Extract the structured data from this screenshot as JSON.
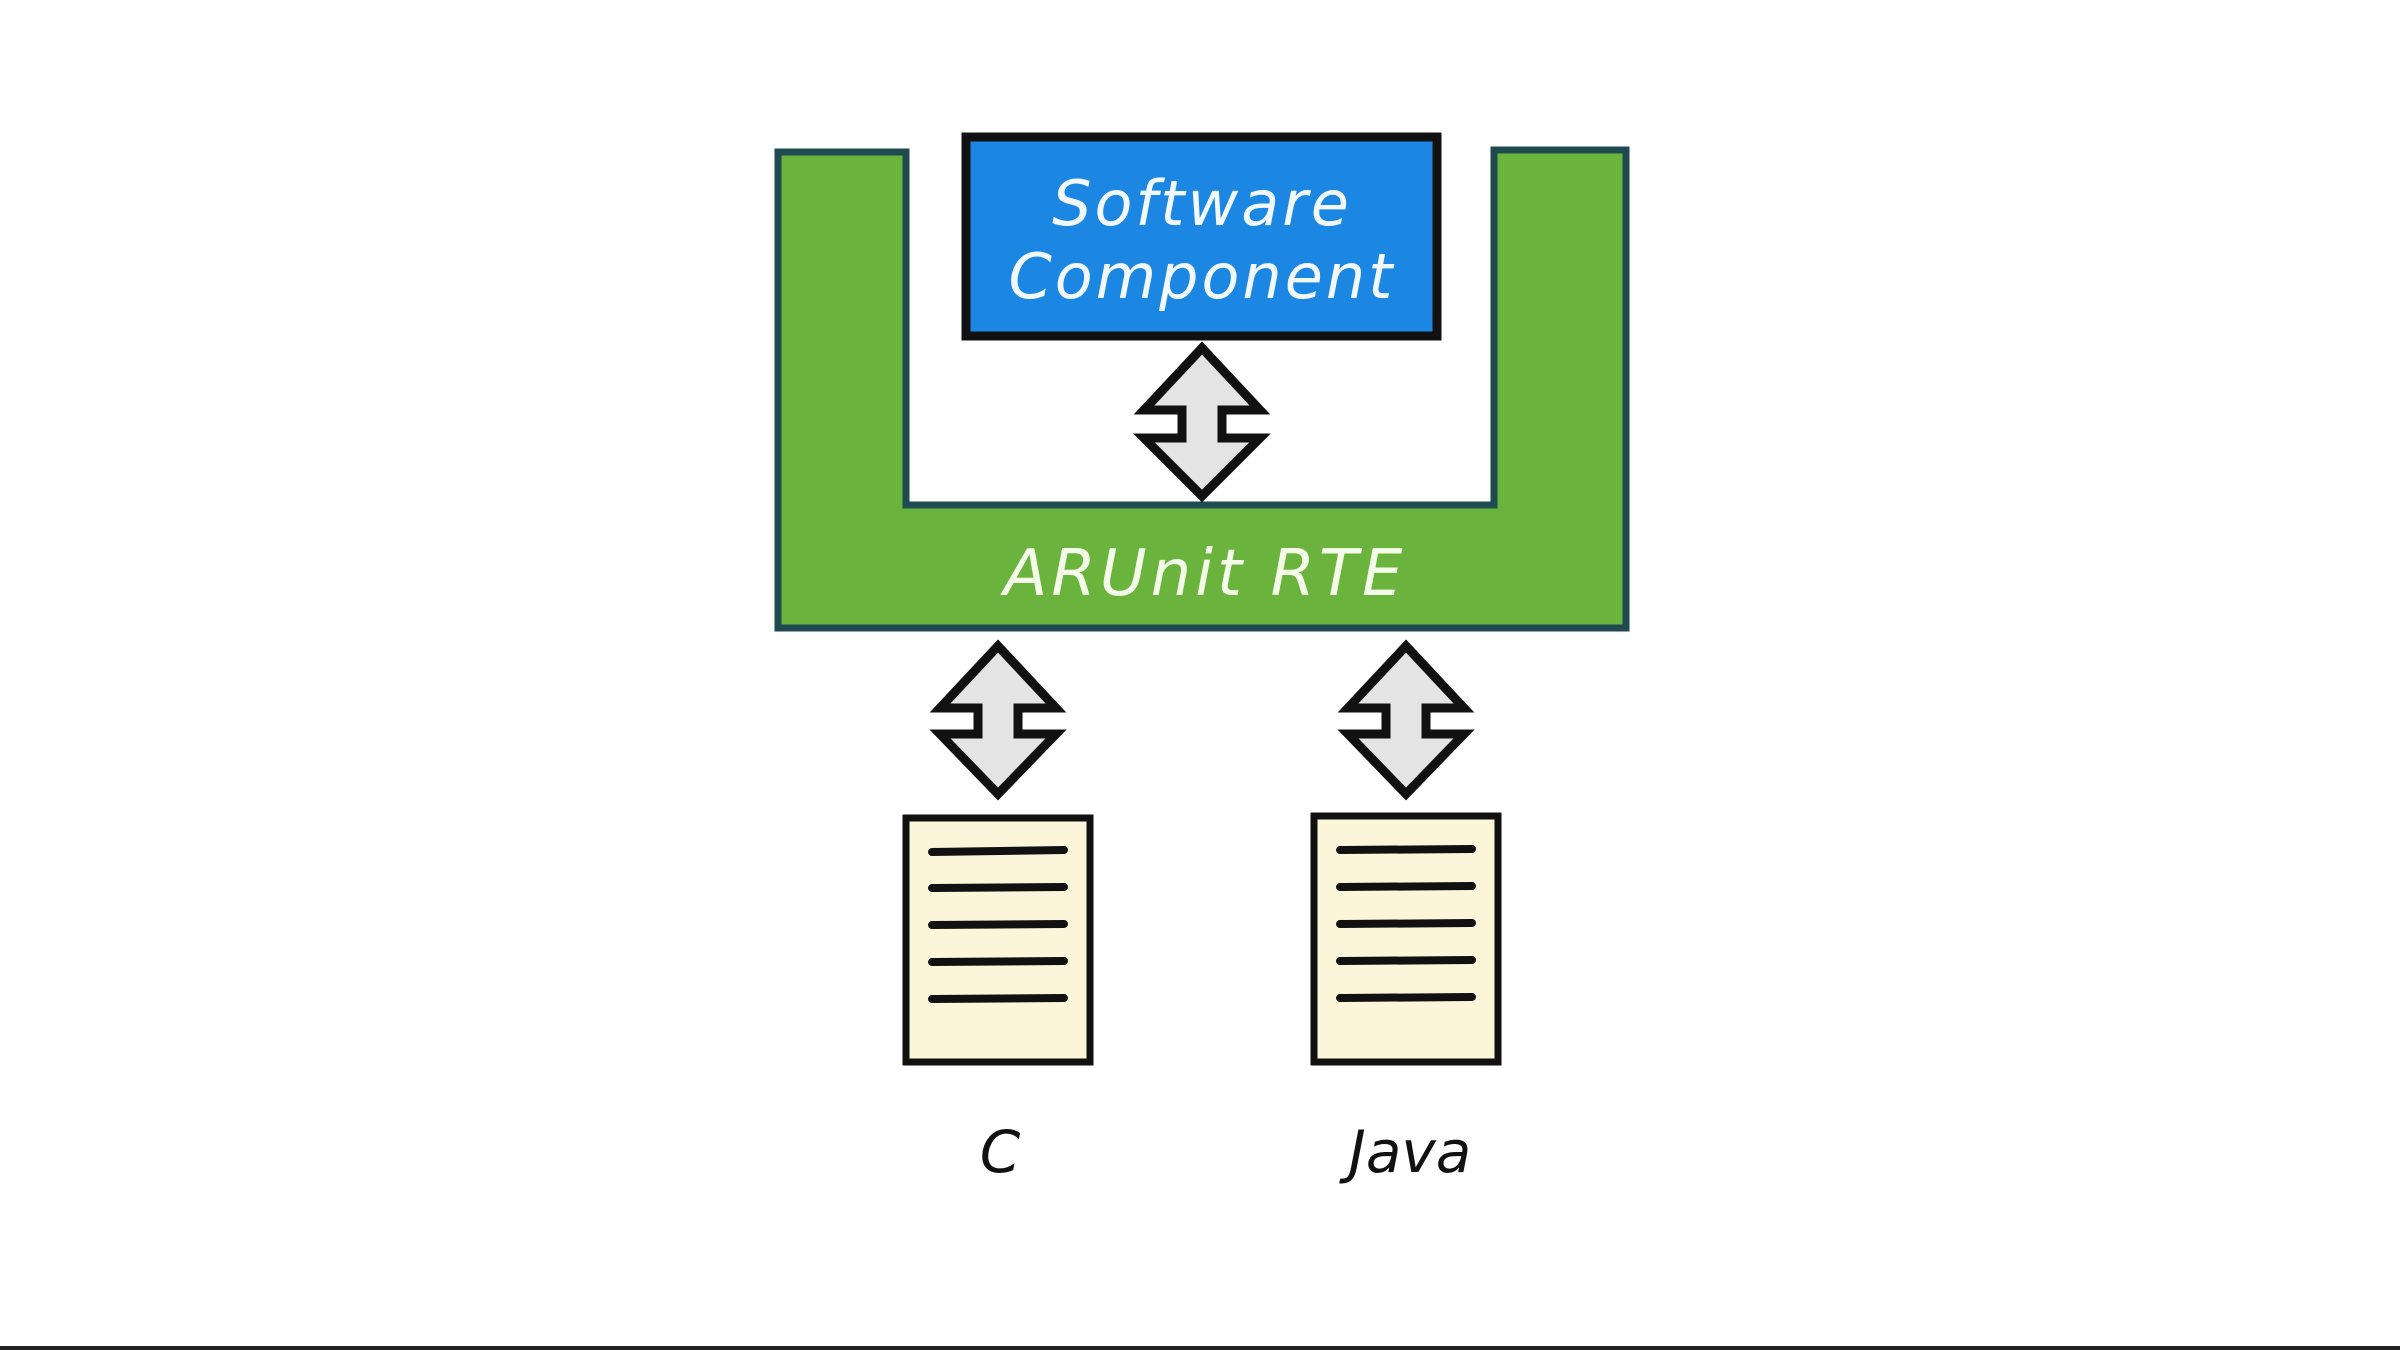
{
  "diagram": {
    "software_component": {
      "line1": "Software",
      "line2": "Component"
    },
    "rte_label": "ARUnit RTE",
    "languages": [
      {
        "label": "C"
      },
      {
        "label": "Java"
      }
    ]
  },
  "colors": {
    "rte_green": "#6ab43e",
    "rte_border": "#1f4a4f",
    "component_blue": "#1b87e3",
    "document_fill": "#fbf6da",
    "arrow_fill": "#e4e4e4"
  }
}
